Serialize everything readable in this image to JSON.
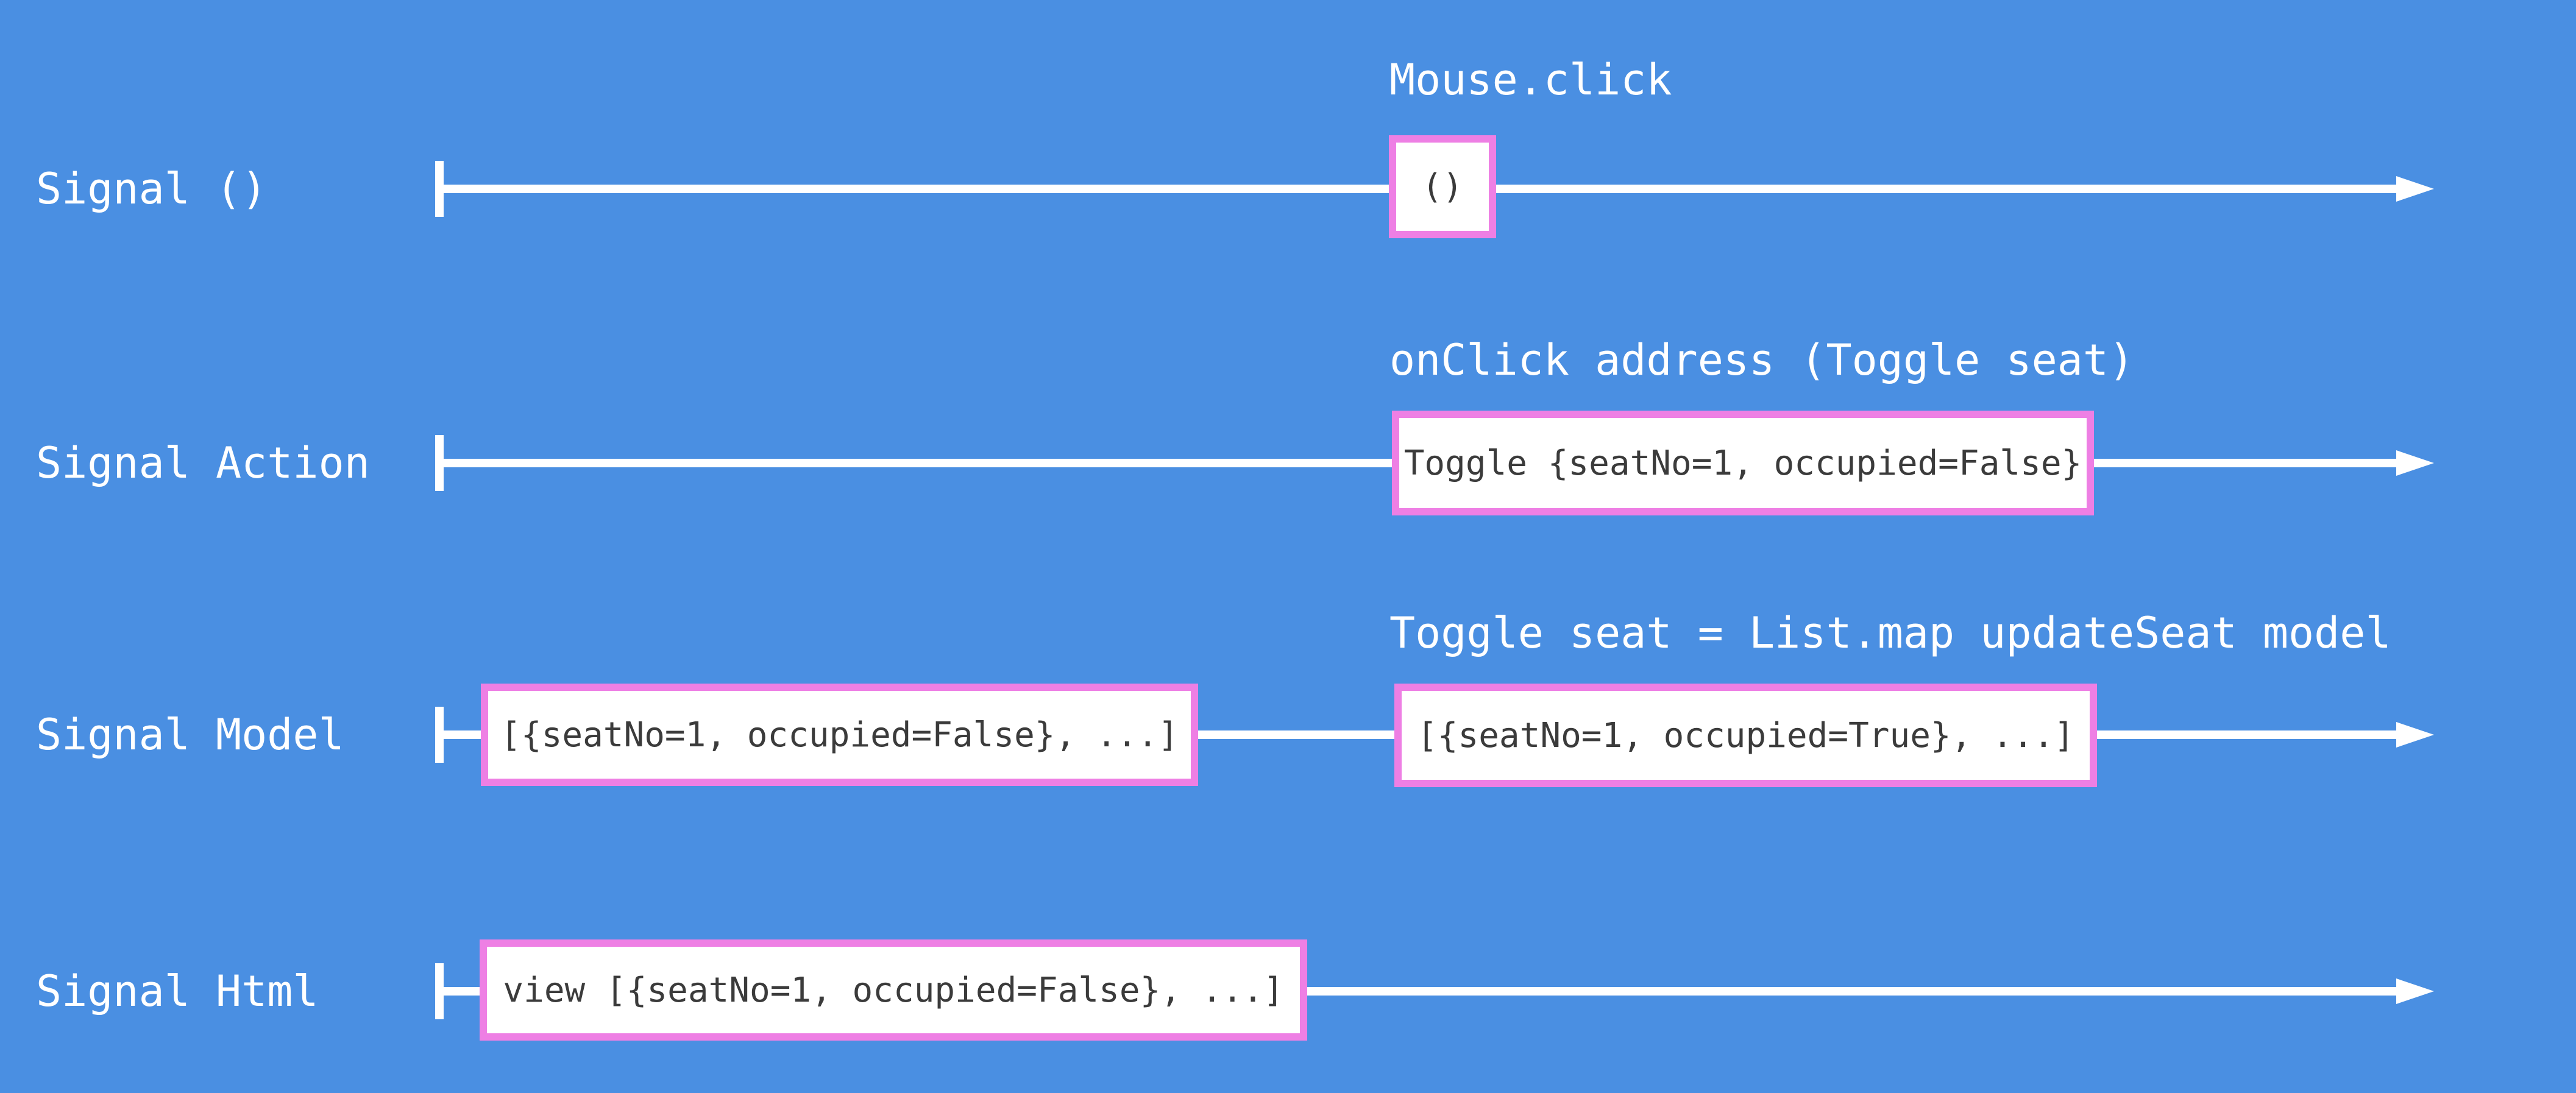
{
  "colors": {
    "background": "#4a8fe2",
    "timeline": "#ffffff",
    "box_border": "#ee7fe4",
    "box_fill": "#ffffff",
    "box_text": "#3b3b3b",
    "label_text": "#ffffff"
  },
  "rows": [
    {
      "label": "Signal ()",
      "annotation": "Mouse.click",
      "boxes": [
        {
          "text": "()"
        }
      ]
    },
    {
      "label": "Signal Action",
      "annotation": "onClick address (Toggle seat)",
      "boxes": [
        {
          "text": "Toggle {seatNo=1, occupied=False}"
        }
      ]
    },
    {
      "label": "Signal Model",
      "annotation": "Toggle seat = List.map updateSeat model",
      "boxes": [
        {
          "text": "[{seatNo=1, occupied=False}, ...]"
        },
        {
          "text": "[{seatNo=1, occupied=True}, ...]"
        }
      ]
    },
    {
      "label": "Signal Html",
      "annotation": "",
      "boxes": [
        {
          "text": "view [{seatNo=1, occupied=False}, ...]"
        }
      ]
    }
  ]
}
